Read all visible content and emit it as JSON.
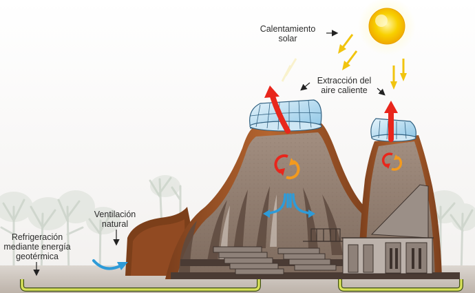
{
  "labels": {
    "solar": [
      "Calentamiento",
      "solar"
    ],
    "extraction": [
      "Extracción del",
      "aire caliente"
    ],
    "ventilation": [
      "Ventilación",
      "natural"
    ],
    "geothermal": [
      "Refrigeración",
      "mediante energía",
      "geotérmica"
    ]
  },
  "colors": {
    "sun": "#f7c600",
    "sun_glow": "#fff3a0",
    "hot_arrow": "#e8261c",
    "cool_arrow": "#2e9bd8",
    "orange_cycle": "#f39a1e",
    "sunray": "#f1c40f",
    "shell_outer": "#a0522d",
    "shell_inner": "#8b7565",
    "ground": "#c8c0b8",
    "pipe": "#c9d64a",
    "glass": "#a9d4ec"
  },
  "icons": {
    "sun": "sun-icon",
    "sunray": "sunray-arrow-icon",
    "hot_air": "hot-air-arrow-icon",
    "cycle": "air-cycle-icon",
    "cool_air": "cool-air-arrow-icon",
    "pointer": "pointer-arrow-icon"
  }
}
